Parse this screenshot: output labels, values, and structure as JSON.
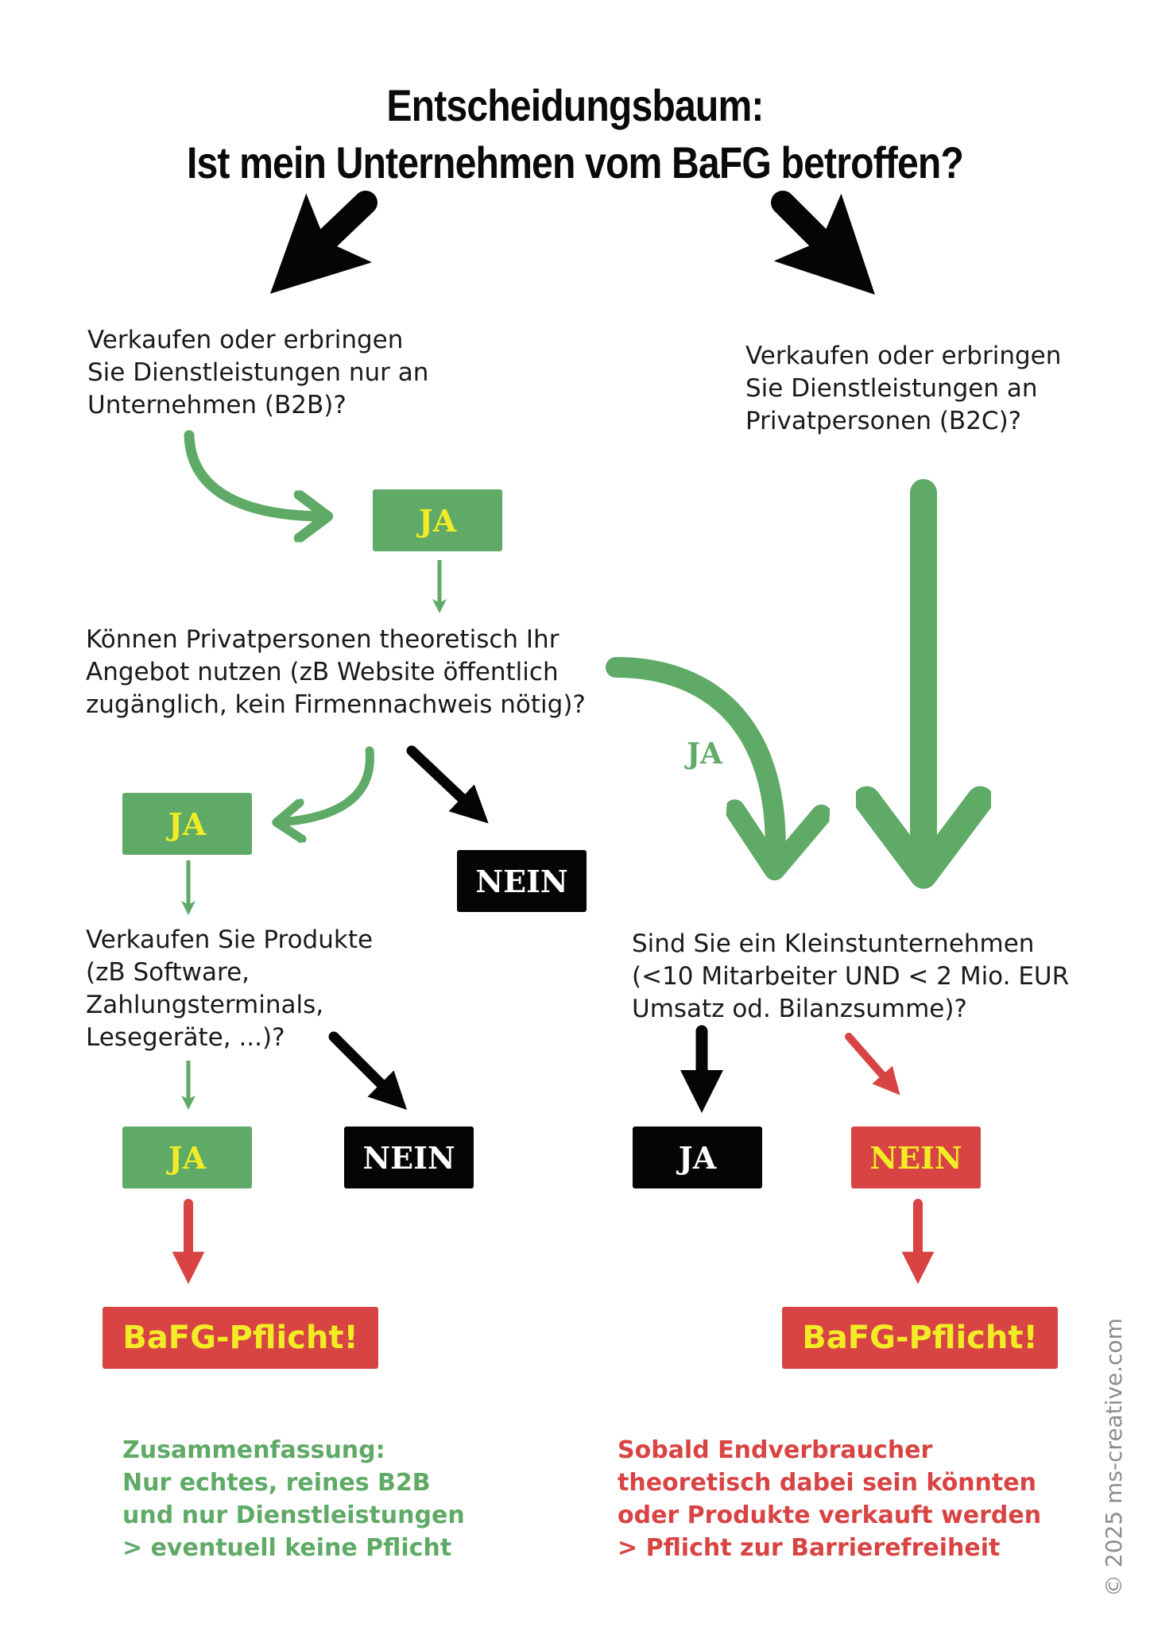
{
  "title": {
    "line1": "Entscheidungsbaum:",
    "line2": "Ist mein Unternehmen vom BaFG betroffen?"
  },
  "questions": {
    "b2b": [
      "Verkaufen oder erbringen",
      "Sie Dienstleistungen nur an",
      "Unternehmen (B2B)?"
    ],
    "b2c": [
      "Verkaufen oder erbringen",
      "Sie Dienstleistungen an",
      "Privatpersonen (B2C)?"
    ],
    "private_access": [
      "Können Privatpersonen theoretisch Ihr",
      "Angebot nutzen (zB Website öffentlich",
      "zugänglich, kein Firmennachweis nötig)?"
    ],
    "products": [
      "Verkaufen Sie Produkte",
      "(zB Software,",
      "Zahlungsterminals,",
      "Lesegeräte, ...)?"
    ],
    "micro": [
      "Sind Sie ein Kleinstunternehmen",
      "(<10 Mitarbeiter UND < 2 Mio. EUR",
      "Umsatz od. Bilanzsumme)?"
    ]
  },
  "boxes": {
    "ja1": "JA",
    "ja2": "JA",
    "nein1": "NEIN",
    "ja3": "JA",
    "nein2": "NEIN",
    "ja4": "JA",
    "nein3": "NEIN"
  },
  "edge_label_ja": "JA",
  "results": {
    "left": "BaFG-Pflicht!",
    "right": "BaFG-Pflicht!"
  },
  "summary_left": [
    "Zusammenfassung:",
    "Nur echtes, reines B2B",
    "und nur Dienstleistungen",
    "> eventuell keine Pflicht"
  ],
  "summary_right": [
    "Sobald Endverbraucher",
    "theoretisch dabei sein könnten",
    "oder Produkte verkauft werden",
    "> Pflicht zur Barrierefreiheit"
  ],
  "copyright": "© 2025 ms-creative.com",
  "colors": {
    "green": "#5faa66",
    "black": "#050505",
    "red": "#d84444",
    "yellow_text": "#f2ec26"
  }
}
